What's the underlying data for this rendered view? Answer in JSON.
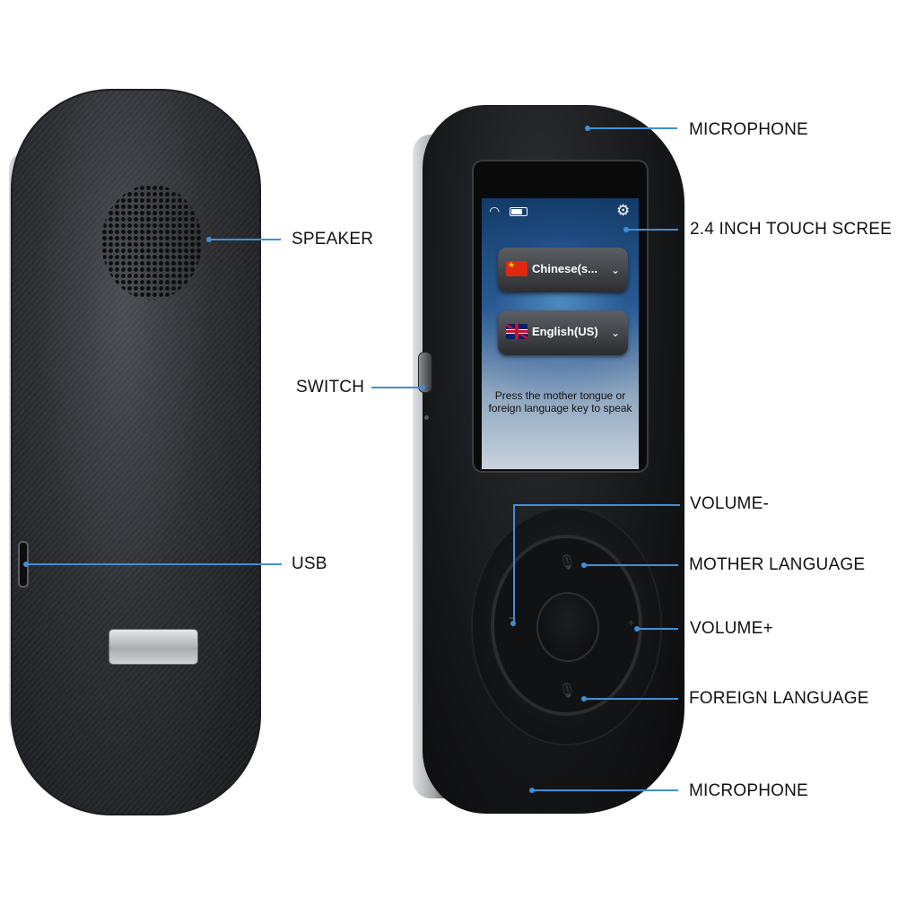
{
  "labels": {
    "speaker": "SPEAKER",
    "switch": "SWITCH",
    "usb": "USB",
    "microphone_top": "MICROPHONE",
    "touch_screen": "2.4 INCH TOUCH SCREE",
    "volume_minus": "VOLUME-",
    "mother_language": "MOTHER LANGUAGE",
    "volume_plus": "VOLUME+",
    "foreign_language": "FOREIGN LANGUAGE",
    "microphone_bottom": "MICROPHONE"
  },
  "screen": {
    "language_1": "Chinese(s...",
    "language_2": "English(US)",
    "hint": "Press the mother tongue or foreign language key to speak"
  },
  "icons": {
    "status_wifi": "wifi-icon",
    "status_battery": "battery-icon",
    "settings": "gear-icon",
    "flag_1": "china-flag-icon",
    "flag_2": "uk-flag-icon",
    "dropdown": "chevron-down-icon",
    "mic": "mic-icon"
  },
  "colors": {
    "callout": "#3f8fd8",
    "device_body": "#17181a",
    "background": "#ffffff"
  }
}
